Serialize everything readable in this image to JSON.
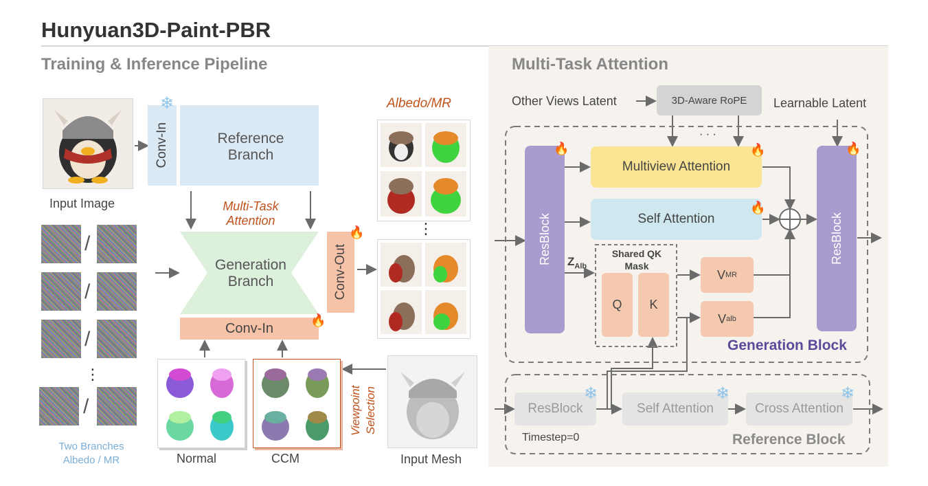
{
  "title": "Hunyuan3D-Paint-PBR",
  "left": {
    "section_title": "Training & Inference Pipeline",
    "input_image_label": "Input Image",
    "conv_in_top": "Conv-In",
    "reference_branch": "Reference Branch",
    "multitask_attention": "Multi-Task Attention",
    "generation_branch": "Generation Branch",
    "conv_in_bottom": "Conv-In",
    "conv_out": "Conv-Out",
    "albedo_mr": "Albedo/MR",
    "vertical_dots": "⋮",
    "two_branches": "Two Branches",
    "albedo_slash_mr": "Albedo / MR",
    "normal_label": "Normal",
    "ccm_label": "CCM",
    "viewpoint_selection": "Viewpoint Selection",
    "input_mesh_label": "Input Mesh",
    "slash": "/"
  },
  "right": {
    "section_title": "Multi-Task Attention",
    "other_views_latent": "Other Views Latent",
    "rope": "3D-Aware RoPE",
    "learnable_latent": "Learnable Latent",
    "dots": "· · ·",
    "resblock": "ResBlock",
    "multiview_attention": "Multiview Attention",
    "self_attention": "Self Attention",
    "z_main": "Z",
    "z_sub": "Alb",
    "shared_qk_mask": "Shared QK Mask",
    "q": "Q",
    "k": "K",
    "v_main": "V",
    "v_mr_sub": "MR",
    "v_alb_sub": "alb",
    "generation_block": "Generation Block",
    "ref_resblock": "ResBlock",
    "ref_self_attention": "Self Attention",
    "cross_attention": "Cross Attention",
    "timestep": "Timestep=0",
    "reference_block": "Reference Block"
  },
  "icons": {
    "flame": "flame-icon",
    "snowflake": "snowflake-icon"
  },
  "colors": {
    "reference_branch": "#dbe9f4",
    "generation_branch": "#dcf0dc",
    "conv": "#f6c3a8",
    "resblock": "#a99bcd",
    "multiview_attention": "#fbe594",
    "self_attention": "#cfe7ee",
    "generation_block_label": "#5a4a9a",
    "accent_orange": "#c0531c",
    "caption_blue": "#7aaed8"
  }
}
